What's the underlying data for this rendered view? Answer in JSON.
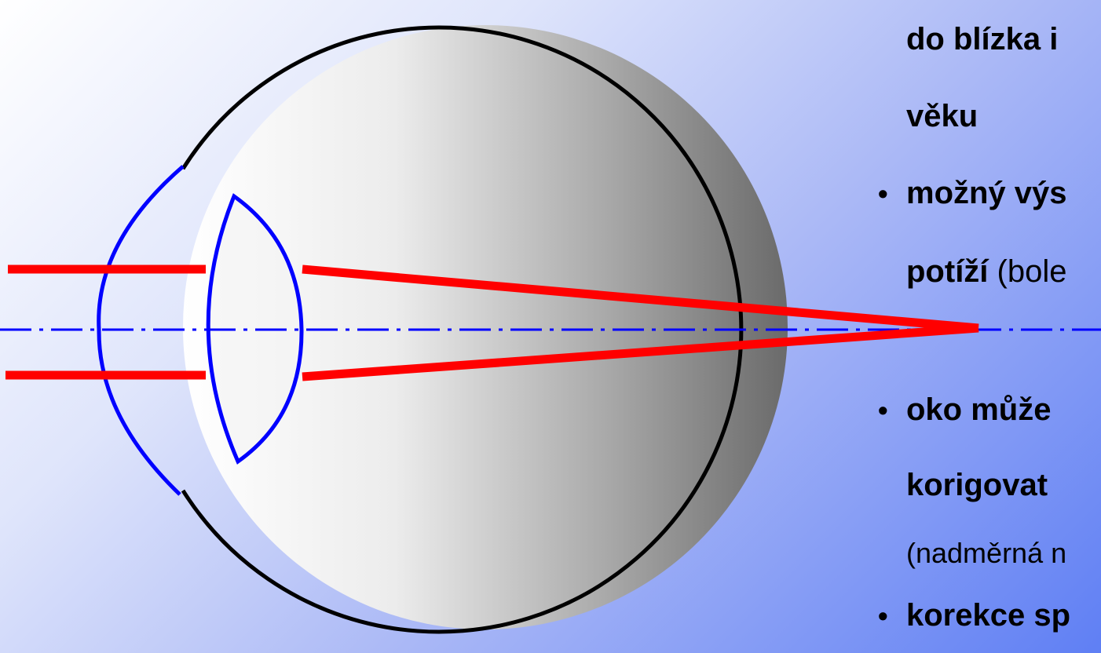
{
  "text_lines": [
    {
      "bold": "do blízka i",
      "normal": ""
    },
    {
      "bold": "věku",
      "normal": ""
    },
    {
      "bold": "možný výs",
      "normal": ""
    },
    {
      "bold": "potíží",
      "normal": " (bole"
    },
    {
      "bold": "oko může",
      "normal": ""
    },
    {
      "bold": "korigovat",
      "normal": ""
    },
    {
      "bold": "",
      "normal": "(nadměrná n"
    },
    {
      "bold": "korekce sp",
      "normal": ""
    }
  ],
  "bullet_char": "•",
  "colors": {
    "eye_outline": "#000000",
    "cornea_lens": "#0000ff",
    "light_rays": "#ff0000",
    "optical_axis": "#0000ff"
  }
}
